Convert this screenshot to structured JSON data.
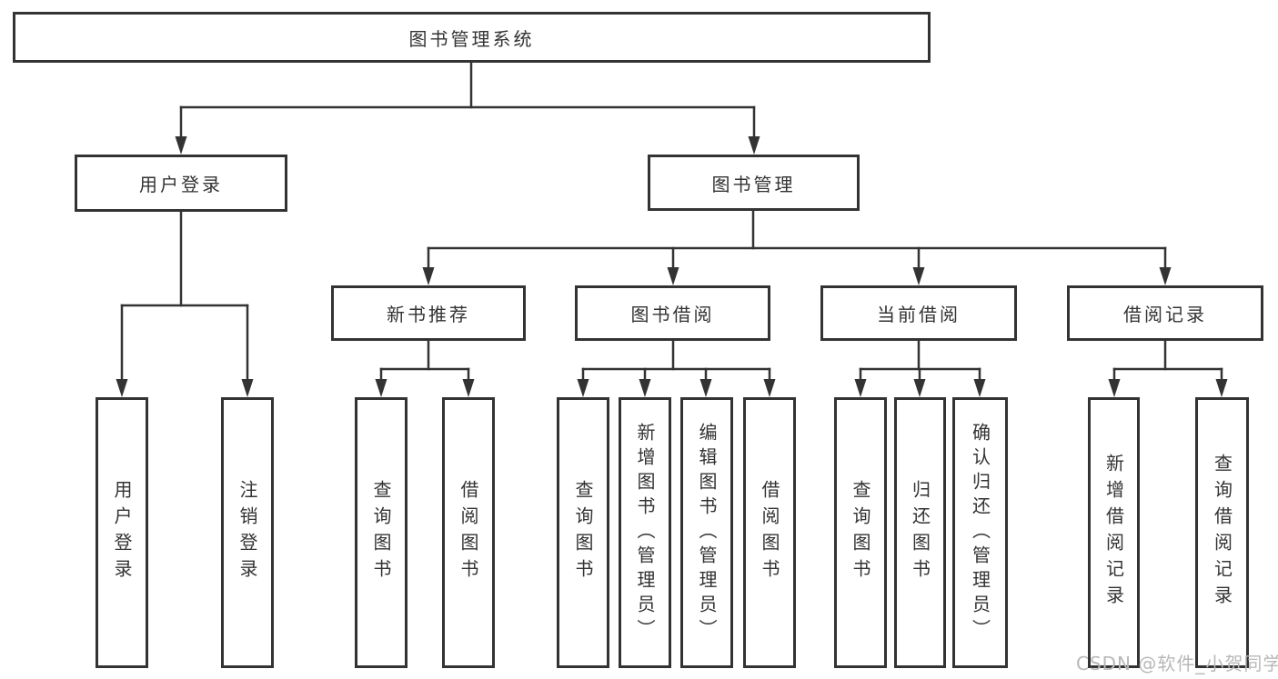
{
  "diagram": {
    "title": "图书管理系统",
    "root": "图书管理系统",
    "level2": [
      "用户登录",
      "图书管理"
    ],
    "level3": [
      "新书推荐",
      "图书借阅",
      "当前借阅",
      "借阅记录"
    ],
    "leaves": {
      "user_login": [
        "用户登录",
        "注销登录"
      ],
      "new_book": [
        "查询图书",
        "借阅图书"
      ],
      "book_borrow": [
        "查询图书",
        "新增图书（管理员）",
        "编辑图书（管理员）",
        "借阅图书"
      ],
      "current_borrow": [
        "查询图书",
        "归还图书",
        "确认归还（管理员）"
      ],
      "borrow_record": [
        "新增借阅记录",
        "查询借阅记录"
      ]
    }
  },
  "watermark": {
    "text": "CSDN @软件_小贺同学"
  },
  "colors": {
    "line": "#333333",
    "text": "#333333",
    "watermark": "#b8b8b8",
    "background": "#ffffff"
  }
}
